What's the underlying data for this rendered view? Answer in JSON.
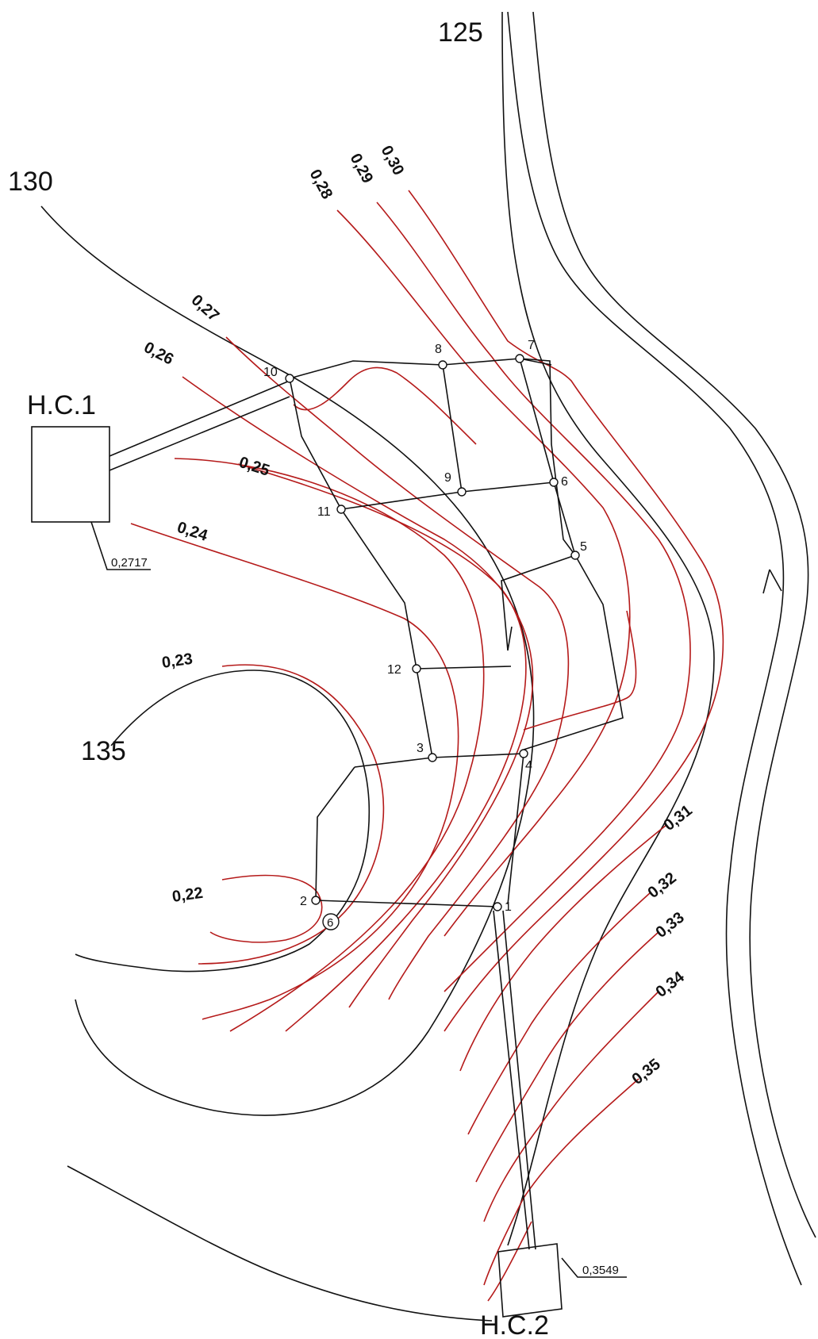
{
  "contours": {
    "c125": "125",
    "c130": "130",
    "c135": "135"
  },
  "stations": {
    "hs1": {
      "label": "Н.С.1",
      "value": "0,2717"
    },
    "hs2": {
      "label": "Н.С.2",
      "value": "0,3549"
    }
  },
  "isolines": [
    "0,22",
    "0,23",
    "0,24",
    "0,25",
    "0,26",
    "0,27",
    "0,28",
    "0,29",
    "0,30",
    "0,31",
    "0,32",
    "0,33",
    "0,34",
    "0,35"
  ],
  "nodes": [
    "1",
    "2",
    "3",
    "4",
    "5",
    "6",
    "7",
    "8",
    "9",
    "10",
    "11",
    "12"
  ],
  "small_node": "6",
  "colors": {
    "isoline": "#b51a1a",
    "lines": "#111111"
  }
}
